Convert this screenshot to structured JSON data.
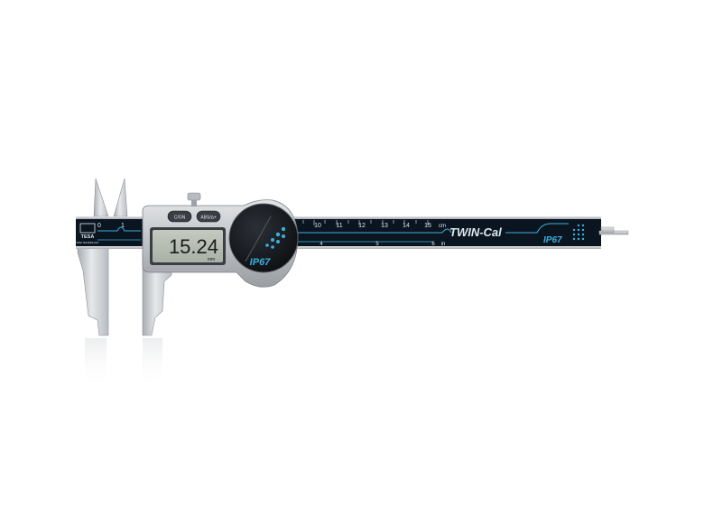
{
  "product": {
    "brand_logo": "TESA",
    "brand_sub": "TESA TECHNOLOGY",
    "display_value": "15.24",
    "display_unit": "mm",
    "buttons": {
      "on_label": "C/ON",
      "abs_label": "ABS/∆+"
    },
    "ip_rating_body": "IP67",
    "ip_rating_scale": "IP67",
    "model_name": "TWIN-Cal",
    "scale": {
      "cm_marks": [
        "0",
        "1",
        "10",
        "11",
        "12",
        "13",
        "14",
        "15"
      ],
      "cm_unit": "cm",
      "inch_marks": [
        "4",
        "5",
        "6"
      ],
      "inch_unit": "in"
    }
  },
  "colors": {
    "scale_bg": "#0b1520",
    "scale_text": "#dbe8f2",
    "accent_blue": "#3ab0e0",
    "lcd_bg": "#b6bdb2",
    "steel": "#c9ccd0"
  }
}
